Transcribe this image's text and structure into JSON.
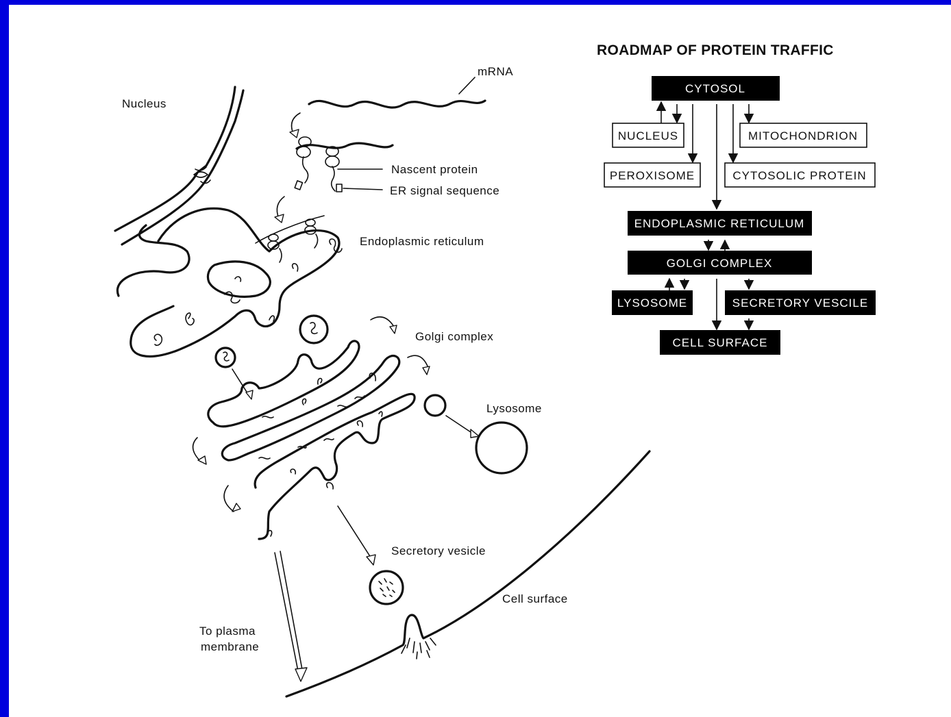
{
  "colors": {
    "frame": "#0000dd",
    "background": "#ffffff",
    "ink": "#111111"
  },
  "labels": {
    "mrna": "mRNA",
    "nucleus": "Nucleus",
    "nascent_protein": "Nascent protein",
    "er_signal_sequence": "ER signal sequence",
    "endoplasmic_reticulum": "Endoplasmic reticulum",
    "golgi_complex": "Golgi complex",
    "lysosome": "Lysosome",
    "secretory_vesicle": "Secretory vesicle",
    "cell_surface": "Cell surface",
    "to_plasma_membrane_line1": "To plasma",
    "to_plasma_membrane_line2": "membrane"
  },
  "roadmap": {
    "title": "ROADMAP OF PROTEIN TRAFFIC",
    "boxes": {
      "cytosol": "CYTOSOL",
      "nucleus": "NUCLEUS",
      "mitochondrion": "MITOCHONDRION",
      "peroxisome": "PEROXISOME",
      "cytosolic_protein": "CYTOSOLIC PROTEIN",
      "endoplasmic_reticulum": "ENDOPLASMIC RETICULUM",
      "golgi_complex": "GOLGI COMPLEX",
      "lysosome": "LYSOSOME",
      "secretory_vesicle": "SECRETORY VESCILE",
      "cell_surface": "CELL SURFACE"
    }
  }
}
